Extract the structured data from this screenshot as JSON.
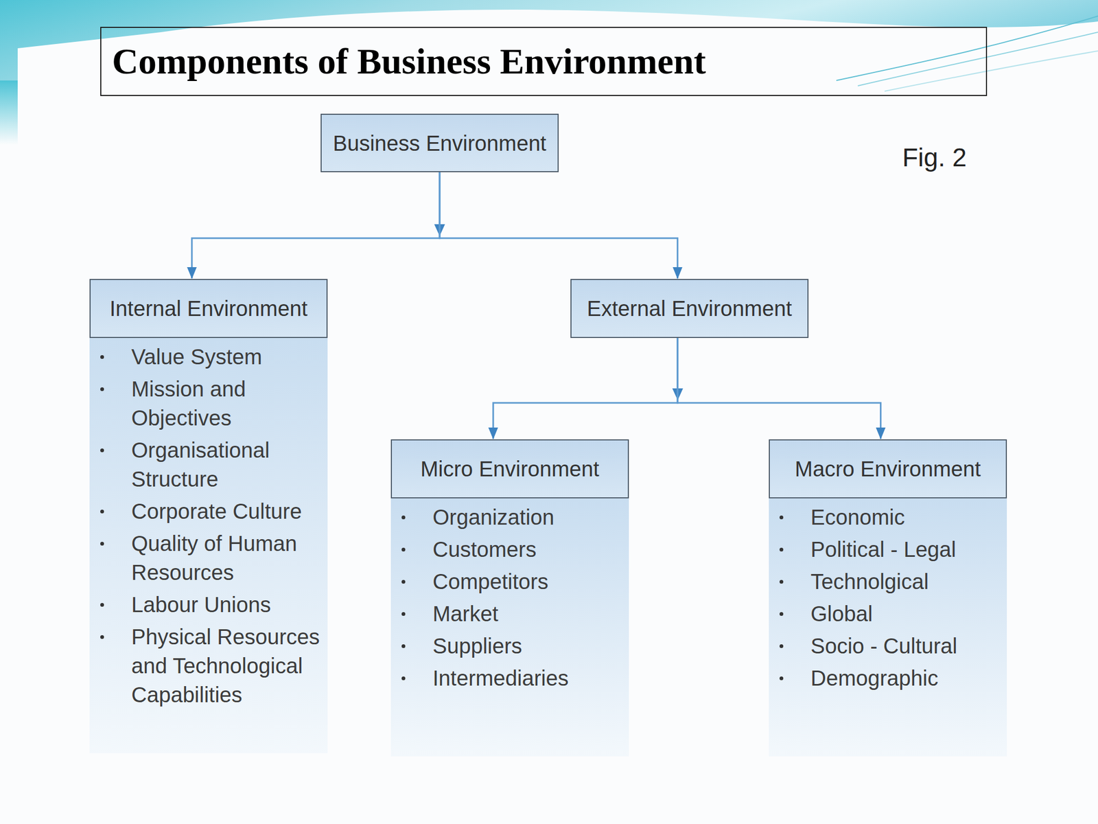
{
  "diagram": {
    "title": "Components of Business Environment",
    "nodes": [
      {
        "text": [
          "Business Environment"
        ]
      },
      {
        "text": [
          "Internal Environment",
          "Value System",
          "Mission and Objectives",
          "Organisational Structure",
          "Corporate Culture",
          "Quality of Human Resources",
          "Labour Unions",
          "Physical Resources and Technological Capabilities"
        ]
      },
      {
        "text": [
          "External Environment"
        ]
      },
      {
        "text": [
          "Micro Environment",
          "Organization",
          "Customers",
          "Competitors",
          "Market",
          "Suppliers",
          "Intermediaries"
        ]
      },
      {
        "text": [
          "Macro Environment",
          "Economic",
          "Political - Legal",
          "Technolgical",
          "Global",
          "Socio - Cultural",
          "Demographic"
        ]
      }
    ],
    "edges": [
      {
        "from": 0,
        "to": 1,
        "arrow": "to"
      },
      {
        "from": 0,
        "to": 2,
        "arrow": "to"
      },
      {
        "from": 2,
        "to": 3,
        "arrow": "to"
      },
      {
        "from": 2,
        "to": 4,
        "arrow": "to"
      }
    ],
    "labels": [
      "Fig. 2"
    ]
  }
}
